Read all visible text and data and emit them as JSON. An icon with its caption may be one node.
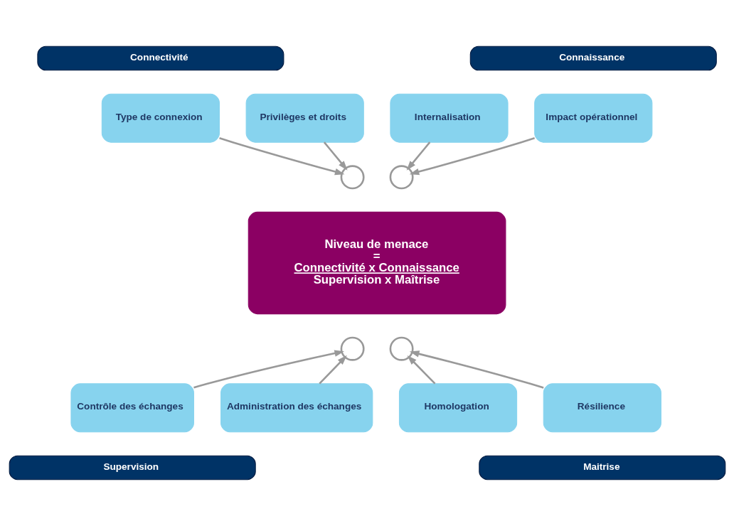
{
  "diagram": {
    "nodes": [
      {
        "text": [
          "Connectivité"
        ]
      },
      {
        "text": [
          "Connaissance"
        ]
      },
      {
        "text": [
          "Type de connexion"
        ]
      },
      {
        "text": [
          "Privilèges et droits"
        ]
      },
      {
        "text": [
          "Internalisation"
        ]
      },
      {
        "text": [
          "Impact opérationnel"
        ]
      },
      {
        "text": [],
        "shape": "circle"
      },
      {
        "text": [],
        "shape": "circle"
      },
      {
        "text": [
          "Niveau de menace",
          "=",
          "Connectivité x Connaissance",
          "Supervision x Maîtrise"
        ]
      },
      {
        "text": [],
        "shape": "circle"
      },
      {
        "text": [],
        "shape": "circle"
      },
      {
        "text": [
          "Contrôle des échanges"
        ]
      },
      {
        "text": [
          "Administration des échanges"
        ]
      },
      {
        "text": [
          "Homologation"
        ]
      },
      {
        "text": [
          "Résilience"
        ]
      },
      {
        "text": [
          "Supervision"
        ]
      },
      {
        "text": [
          "Maitrise"
        ]
      }
    ],
    "edges": [
      {
        "from": 2,
        "to": 6,
        "arrow": "to"
      },
      {
        "from": 3,
        "to": 6,
        "arrow": "to"
      },
      {
        "from": 4,
        "to": 7,
        "arrow": "to"
      },
      {
        "from": 5,
        "to": 7,
        "arrow": "to"
      },
      {
        "from": 11,
        "to": 9,
        "arrow": "to"
      },
      {
        "from": 12,
        "to": 9,
        "arrow": "to"
      },
      {
        "from": 13,
        "to": 10,
        "arrow": "to"
      },
      {
        "from": 14,
        "to": 10,
        "arrow": "to"
      }
    ]
  }
}
